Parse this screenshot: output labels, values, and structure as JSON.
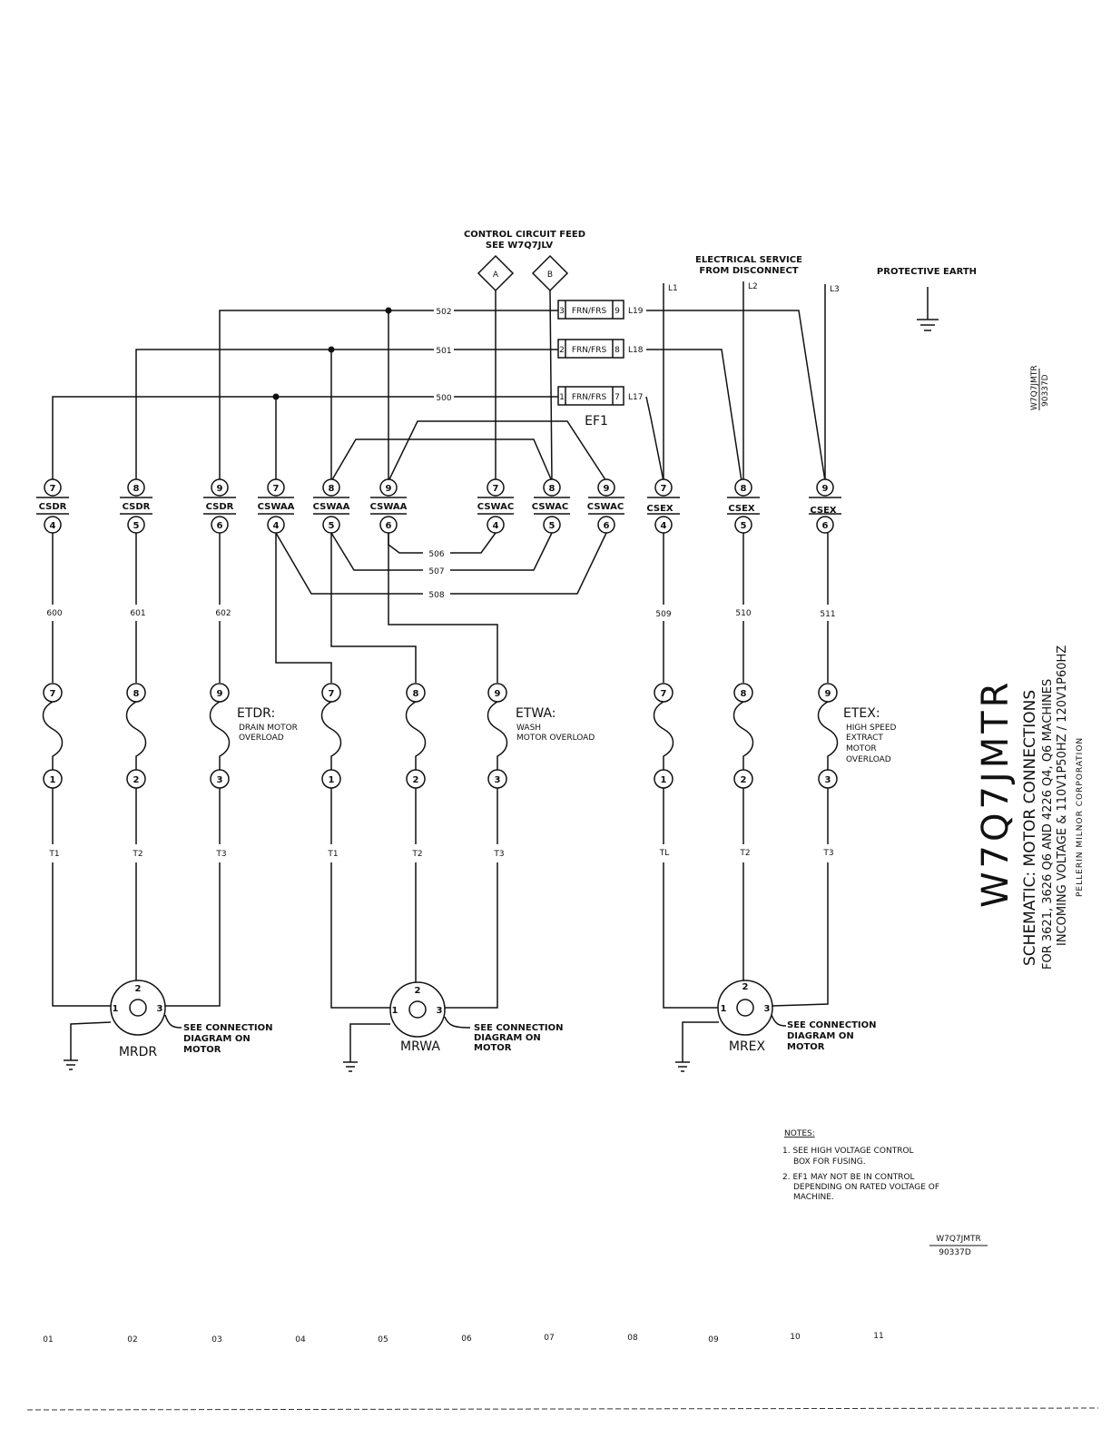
{
  "feed": {
    "title": "CONTROL CIRCUIT FEED",
    "see": "SEE W7Q7JLV",
    "terminal_a": "A",
    "terminal_b": "B"
  },
  "service": {
    "title": "ELECTRICAL SERVICE",
    "sub": "FROM DISCONNECT",
    "l1": "L1",
    "l2": "L2",
    "l3": "L3"
  },
  "earth": {
    "label": "PROTECTIVE EARTH"
  },
  "fuses": {
    "group_label": "EF1",
    "items": [
      {
        "left": "3",
        "text": "FRN/FRS",
        "right": "9",
        "line": "L19",
        "wire": "502"
      },
      {
        "left": "2",
        "text": "FRN/FRS",
        "right": "8",
        "line": "L18",
        "wire": "501"
      },
      {
        "left": "1",
        "text": "FRN/FRS",
        "right": "7",
        "line": "L17",
        "wire": "500"
      }
    ]
  },
  "contactors": [
    {
      "top": "7",
      "name": "CSDR",
      "bottom": "4"
    },
    {
      "top": "8",
      "name": "CSDR",
      "bottom": "5"
    },
    {
      "top": "9",
      "name": "CSDR",
      "bottom": "6"
    },
    {
      "top": "7",
      "name": "CSWAA",
      "bottom": "4"
    },
    {
      "top": "8",
      "name": "CSWAA",
      "bottom": "5"
    },
    {
      "top": "9",
      "name": "CSWAA",
      "bottom": "6"
    },
    {
      "top": "7",
      "name": "CSWAC",
      "bottom": "4"
    },
    {
      "top": "8",
      "name": "CSWAC",
      "bottom": "5"
    },
    {
      "top": "9",
      "name": "CSWAC",
      "bottom": "6"
    },
    {
      "top": "7",
      "name": "CSEX",
      "bottom": "4"
    },
    {
      "top": "8",
      "name": "CSEX",
      "bottom": "5"
    },
    {
      "top": "9",
      "name": "CSEX",
      "bottom": "6"
    }
  ],
  "cross_wires": [
    "506",
    "507",
    "508"
  ],
  "wire_numbers": [
    "600",
    "601",
    "602",
    "509",
    "510",
    "511"
  ],
  "overloads": [
    {
      "top": "7",
      "bottom": "1",
      "t": "T1"
    },
    {
      "top": "8",
      "bottom": "2",
      "t": "T2"
    },
    {
      "top": "9",
      "bottom": "3",
      "t": "T3"
    },
    {
      "top": "7",
      "bottom": "1",
      "t": "T1"
    },
    {
      "top": "8",
      "bottom": "2",
      "t": "T2"
    },
    {
      "top": "9",
      "bottom": "3",
      "t": "T3"
    },
    {
      "top": "7",
      "bottom": "1",
      "t": "TL"
    },
    {
      "top": "8",
      "bottom": "2",
      "t": "T2"
    },
    {
      "top": "9",
      "bottom": "3",
      "t": "T3"
    }
  ],
  "overload_labels": [
    {
      "name": "ETDR:",
      "lines": [
        "DRAIN MOTOR",
        "OVERLOAD"
      ]
    },
    {
      "name": "ETWA:",
      "lines": [
        "WASH",
        "MOTOR OVERLOAD"
      ]
    },
    {
      "name": "ETEX:",
      "lines": [
        "HIGH SPEED",
        "EXTRACT",
        "MOTOR",
        "OVERLOAD"
      ]
    }
  ],
  "motors": [
    {
      "name": "MRDR",
      "t1": "1",
      "t2": "2",
      "t3": "3",
      "note": [
        "SEE CONNECTION",
        "DIAGRAM ON",
        "MOTOR"
      ]
    },
    {
      "name": "MRWA",
      "t1": "1",
      "t2": "2",
      "t3": "3",
      "note": [
        "SEE CONNECTION",
        "DIAGRAM ON",
        "MOTOR"
      ]
    },
    {
      "name": "MREX",
      "t1": "1",
      "t2": "2",
      "t3": "3",
      "note": [
        "SEE CONNECTION",
        "DIAGRAM ON",
        "MOTOR"
      ]
    }
  ],
  "title_block": {
    "drawing": "W7Q7JMTR",
    "line1": "SCHEMATIC: MOTOR CONNECTIONS",
    "line2": "FOR 3621, 3626 Q6 AND 4226 Q4, Q6 MACHINES",
    "line3": "INCOMING VOLTAGE & 110V1P50HZ / 120V1P60HZ",
    "company": "PELLERIN MILNOR CORPORATION",
    "side_num": "W7Q7JMTR",
    "side_rev": "90337D"
  },
  "notes": {
    "title": "NOTES:",
    "items": [
      [
        "1. SEE HIGH VOLTAGE CONTROL",
        "BOX FOR FUSING."
      ],
      [
        "2. EF1 MAY NOT BE IN CONTROL",
        "DEPENDING ON RATED VOLTAGE OF",
        "MACHINE."
      ]
    ]
  },
  "drawing_ref": {
    "number": "W7Q7JMTR",
    "rev": "90337D"
  },
  "zones": [
    "01",
    "02",
    "03",
    "04",
    "05",
    "06",
    "07",
    "08",
    "09",
    "10",
    "11"
  ]
}
